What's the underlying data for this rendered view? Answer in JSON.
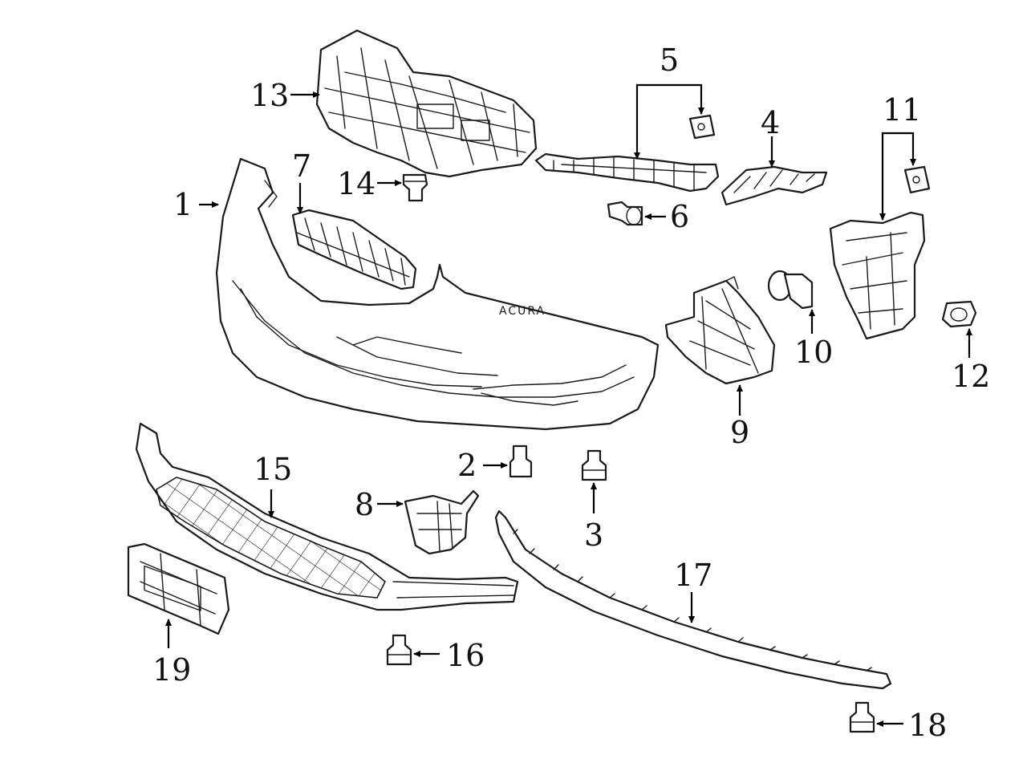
{
  "diagram": {
    "callouts": [
      {
        "id": "1",
        "label": "1"
      },
      {
        "id": "2",
        "label": "2"
      },
      {
        "id": "3",
        "label": "3"
      },
      {
        "id": "4",
        "label": "4"
      },
      {
        "id": "5",
        "label": "5"
      },
      {
        "id": "6",
        "label": "6"
      },
      {
        "id": "7",
        "label": "7"
      },
      {
        "id": "8",
        "label": "8"
      },
      {
        "id": "9",
        "label": "9"
      },
      {
        "id": "10",
        "label": "10"
      },
      {
        "id": "11",
        "label": "11"
      },
      {
        "id": "12",
        "label": "12"
      },
      {
        "id": "13",
        "label": "13"
      },
      {
        "id": "14",
        "label": "14"
      },
      {
        "id": "15",
        "label": "15"
      },
      {
        "id": "16",
        "label": "16"
      },
      {
        "id": "17",
        "label": "17"
      },
      {
        "id": "18",
        "label": "18"
      },
      {
        "id": "19",
        "label": "19"
      }
    ],
    "emblem_text": "ACURA",
    "colors": {
      "line": "#1a1a1a",
      "background": "#ffffff"
    }
  }
}
